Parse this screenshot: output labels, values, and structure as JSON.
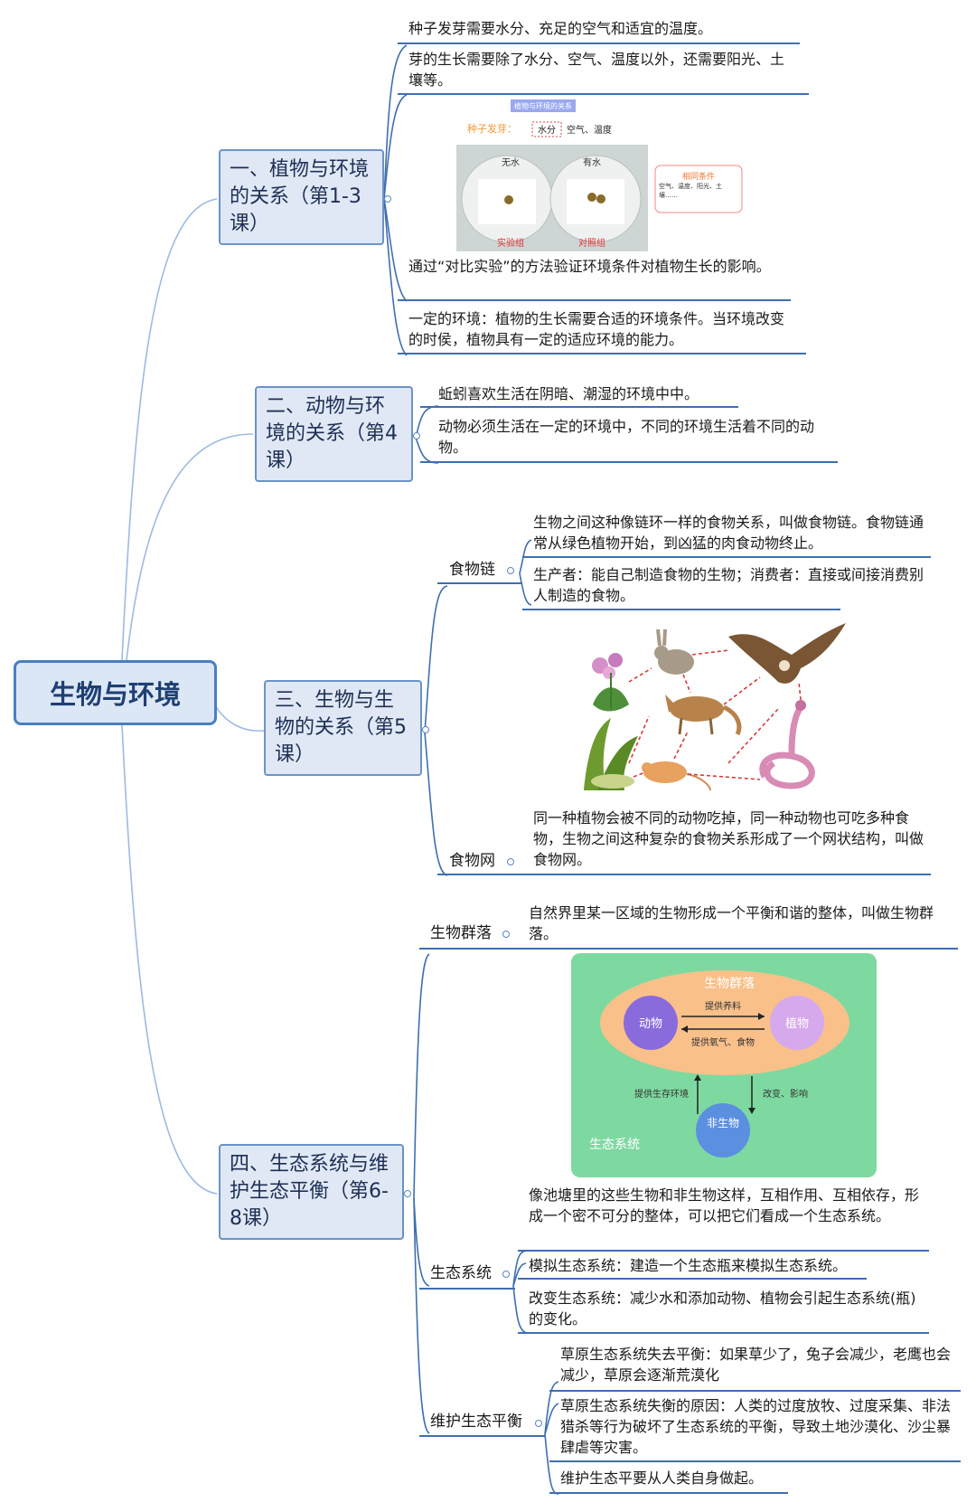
{
  "root": {
    "label": "生物与环境"
  },
  "branches": [
    {
      "label": "一、植物与环境的关系（第1-3课）",
      "items": [
        "种子发芽需要水分、充足的空气和适宜的温度。",
        "芽的生长需要除了水分、空气、温度以外，还需要阳光、土壤等。",
        "通过“对比实验”的方法验证环境条件对植物生长的影响。",
        "一定的环境：植物的生长需要合适的环境条件。当环境改变的时侯，植物具有一定的适应环境的能力。"
      ],
      "figure": {
        "title": "植物与环境的关系",
        "lead": "种子发芽：",
        "boxed": "水分",
        "rest": "空气、温度",
        "dish_left": "无水",
        "dish_right": "有水",
        "tag_left": "实验组",
        "tag_right": "对照组",
        "side_title": "相同条件",
        "side_text": "空气、温度、阳光、土壤……"
      }
    },
    {
      "label": "二、动物与环境的关系（第4课）",
      "items": [
        "蚯蚓喜欢生活在阴暗、潮湿的环境中中。",
        "动物必须生活在一定的环境中，不同的环境生活着不同的动物。"
      ]
    },
    {
      "label": "三、生物与生物的关系（第5课）",
      "subs": [
        {
          "label": "食物链",
          "items": [
            "生物之间这种像链环一样的食物关系，叫做食物链。食物链通常从绿色植物开始，到凶猛的肉食动物终止。",
            "生产者：能自己制造食物的生物；消费者：直接或间接消费别人制造的食物。"
          ]
        },
        {
          "label": "食物网",
          "items": [
            "同一种植物会被不同的动物吃掉，同一种动物也可吃多种食物，生物之间这种复杂的食物关系形成了一个网状结构，叫做食物网。"
          ]
        }
      ]
    },
    {
      "label": "四、生态系统与维护生态平衡（第6-8课）",
      "subs": [
        {
          "label": "生物群落",
          "items": [
            "自然界里某一区域的生物形成一个平衡和谐的整体，叫做生物群落。"
          ]
        },
        {
          "label": "生态系统",
          "items": [
            "像池塘里的这些生物和非生物这样，互相作用、互相依存，形成一个密不可分的整体，可以把它们看成一个生态系统。",
            "模拟生态系统：建造一个生态瓶来模拟生态系统。",
            "改变生态系统：减少水和添加动物、植物会引起生态系统(瓶)的变化。"
          ],
          "figure": {
            "community": "生物群落",
            "animal": "动物",
            "plant": "植物",
            "arrow_top": "提供养料",
            "arrow_bottom": "提供氧气、食物",
            "left_label": "提供生存环境",
            "right_label": "改变、影响",
            "nonliving": "非生物",
            "system": "生态系统"
          }
        },
        {
          "label": "维护生态平衡",
          "items": [
            "草原生态系统失去平衡：如果草少了，兔子会减少，老鹰也会减少，草原会逐渐荒漠化",
            "草原生态系统失衡的原因：人类的过度放牧、过度采集、非法猎杀等行为破坏了生态系统的平衡，导致土地沙漠化、沙尘暴肆虐等灾害。",
            "维护生态平要从人类自身做起。"
          ]
        }
      ]
    }
  ],
  "colors": {
    "branch_line": "#8fb0da",
    "underline": "#3f6fb0",
    "root_border": "#4a7fc0",
    "eco_bg": "#7ed9a0",
    "community": "#f9c08a"
  }
}
